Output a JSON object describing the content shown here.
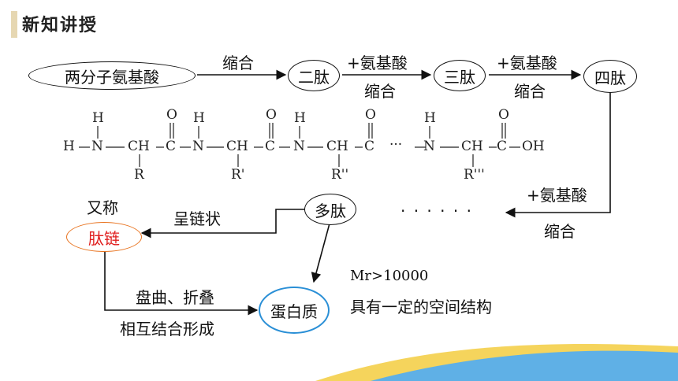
{
  "header": {
    "title": "新知讲授"
  },
  "nodes": {
    "amino_acids": "两分子氨基酸",
    "dipeptide": "二肽",
    "tripeptide": "三肽",
    "tetrapeptide": "四肽",
    "polypeptide": "多肽",
    "peptide_chain": "肽链",
    "protein": "蛋白质"
  },
  "labels": {
    "condense_1": "缩合",
    "add_amino_1": "+氨基酸",
    "condense_2": "缩合",
    "add_amino_2": "+氨基酸",
    "condense_3": "缩合",
    "add_amino_3": "+氨基酸",
    "condense_4": "缩合",
    "dots": "· · · · · ·",
    "also_called": "又称",
    "chain_shape": "呈链状",
    "fold": "盘曲、折叠",
    "combine": "相互结合形成",
    "mr": "Mr>10000",
    "spatial": "具有一定的空间结构"
  },
  "structure": {
    "h_top_1": "H",
    "h_top_2": "H",
    "h_top_3": "H",
    "h_top_4": "H",
    "o_1": "O",
    "o_2": "O",
    "o_3": "O",
    "o_4": "O",
    "h_left": "H",
    "n_1": "N",
    "ch_1": "CH",
    "c_1": "C",
    "n_2": "N",
    "ch_2": "CH",
    "c_2": "C",
    "n_3": "N",
    "ch_3": "CH",
    "c_3": "C",
    "ellipsis": "···",
    "n_4": "N",
    "ch_4": "CH",
    "c_4": "C",
    "oh": "OH",
    "r_1": "R",
    "r_2": "R'",
    "r_3": "R''",
    "r_4": "R'''"
  },
  "colors": {
    "peptide_chain_border": "#e8731f",
    "peptide_chain_text": "#e02020",
    "protein_border": "#2a8fd6",
    "accent_wave": "#5fb0e6",
    "accent_yellow": "#f4cf4a"
  }
}
